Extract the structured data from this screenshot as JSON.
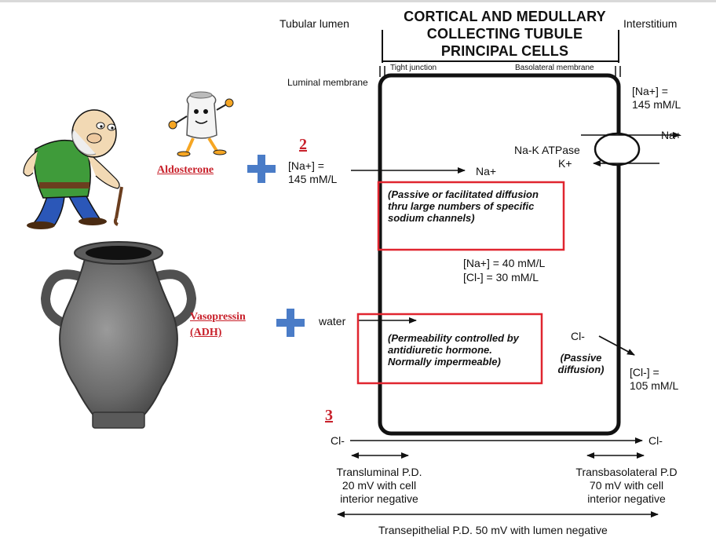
{
  "title": {
    "line1": "CORTICAL AND MEDULLARY",
    "line2": "COLLECTING TUBULE",
    "line3": "PRINCIPAL CELLS"
  },
  "labels": {
    "tubular_lumen": "Tubular lumen",
    "interstitium": "Interstitium",
    "tight_junction": "Tight junction",
    "basolateral_membrane": "Basolateral membrane",
    "luminal_membrane": "Luminal membrane"
  },
  "annotations": {
    "step2": "2",
    "step3": "3",
    "aldosterone": "Aldosterone",
    "vasopressin_line1": "Vasopressin",
    "vasopressin_line2": "(ADH)"
  },
  "concentrations": {
    "lumen_na_line1": "[Na+] =",
    "lumen_na_line2": "145 mM/L",
    "interstitium_na_line1": "[Na+] =",
    "interstitium_na_line2": "145 mM/L",
    "cell_na": "[Na+] = 40 mM/L",
    "cell_cl": "[Cl-] = 30 mM/L",
    "interstitium_cl_line1": "[Cl-] =",
    "interstitium_cl_line2": "105 mM/L"
  },
  "ions": {
    "na_in_cell": "Na+",
    "na_out": "Na+",
    "k_in": "K+",
    "pump": "Na-K ATPase",
    "water": "water",
    "cl_cell": "Cl-",
    "cl_left": "Cl-",
    "cl_right": "Cl-"
  },
  "notes": {
    "sodium_channels": "(Passive or facilitated diffusion thru large numbers of specific sodium channels)",
    "water_permeability": "(Permeability controlled by antidiuretic hormone. Normally impermeable)",
    "passive_line1": "(Passive",
    "passive_line2": "diffusion)"
  },
  "potentials": {
    "transluminal_line1": "Transluminal P.D.",
    "transluminal_line2": "20 mV with cell",
    "transluminal_line3": "interior negative",
    "transbasolateral_line1": "Transbasolateral P.D",
    "transbasolateral_line2": "70 mV with cell",
    "transbasolateral_line3": "interior negative",
    "transepithelial": "Transepithelial P.D. 50 mV with lumen negative"
  },
  "colors": {
    "highlight_red": "#e0252f",
    "annotation_red": "#c8202a",
    "plus_blue": "#4a7cc7"
  }
}
